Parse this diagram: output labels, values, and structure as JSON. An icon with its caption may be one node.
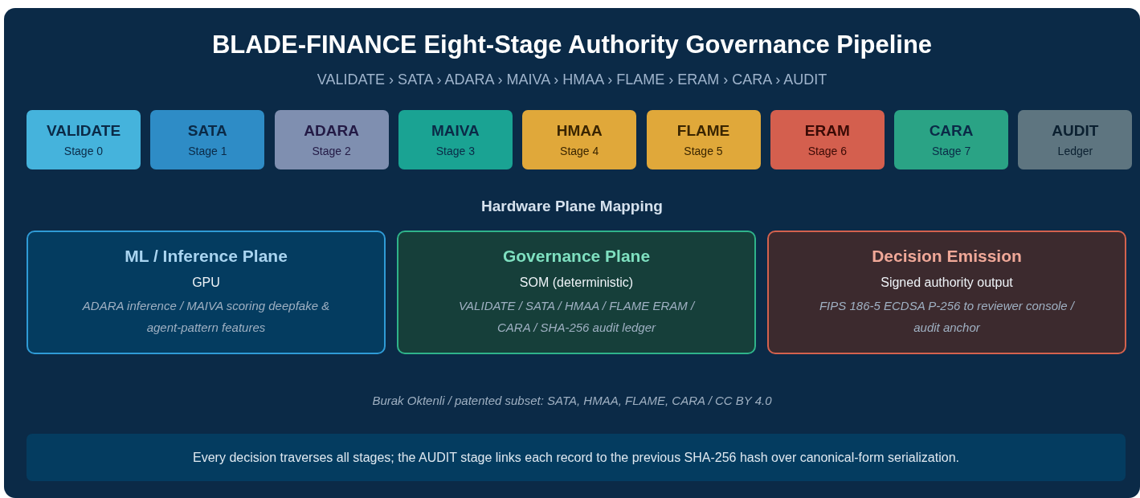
{
  "diagram": {
    "title": "BLADE-FINANCE Eight-Stage Authority Governance Pipeline",
    "nodes": [
      {
        "text": [
          "VALIDATE",
          "Stage 0"
        ]
      },
      {
        "text": [
          "SATA",
          "Stage 1"
        ]
      },
      {
        "text": [
          "ADARA",
          "Stage 2"
        ]
      },
      {
        "text": [
          "MAIVA",
          "Stage 3"
        ]
      },
      {
        "text": [
          "HMAA",
          "Stage 4"
        ]
      },
      {
        "text": [
          "FLAME",
          "Stage 5"
        ]
      },
      {
        "text": [
          "ERAM",
          "Stage 6"
        ]
      },
      {
        "text": [
          "CARA",
          "Stage 7"
        ]
      },
      {
        "text": [
          "AUDIT",
          "Ledger"
        ]
      },
      {
        "text": [
          "ML / Inference Plane",
          "GPU",
          "ADARA inference / MAIVA scoring deepfake & agent-pattern features"
        ]
      },
      {
        "text": [
          "Governance Plane",
          "SOM (deterministic)",
          "VALIDATE / SATA / HMAA / FLAME ERAM / CARA / SHA-256 audit ledger"
        ]
      },
      {
        "text": [
          "Decision Emission",
          "Signed authority output",
          "FIPS 186-5 ECDSA P-256 to reviewer console / audit anchor"
        ]
      },
      {
        "text": [
          "Every decision traverses all stages; the AUDIT stage links each record to the previous SHA-256 hash over canonical-form serialization."
        ]
      }
    ],
    "edges": [],
    "labels": [
      "VALIDATE › SATA › ADARA › MAIVA › HMAA › FLAME › ERAM › CARA › AUDIT",
      "Hardware Plane Mapping",
      "Burak Oktenli / patented subset: SATA, HMAA, FLAME, CARA / CC BY 4.0"
    ]
  }
}
